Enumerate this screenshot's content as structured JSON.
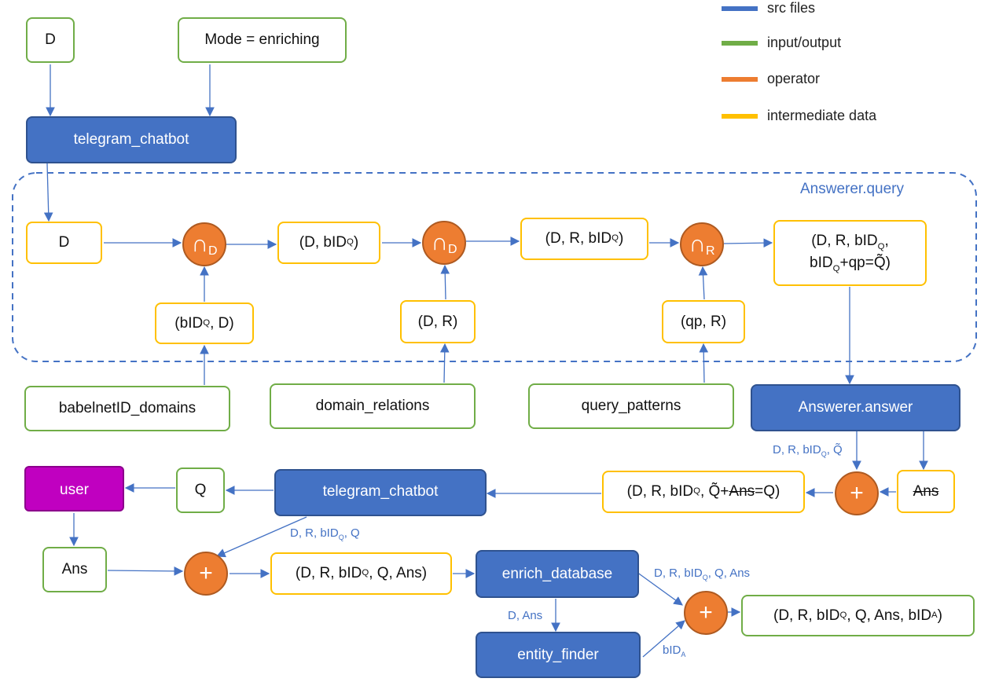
{
  "legend": [
    {
      "label": "src files",
      "color": "#4472c4"
    },
    {
      "label": "input/output",
      "color": "#70ad47"
    },
    {
      "label": "operator",
      "color": "#ed7d31"
    },
    {
      "label": "intermediate data",
      "color": "#ffc000"
    }
  ],
  "region": {
    "title": "Answerer.query"
  },
  "nodes": {
    "d_input": "D",
    "mode": "Mode = enriching",
    "telegram_chatbot_top": "telegram_chatbot",
    "d_inner": "D",
    "d_bidq": {
      "open": "(D, bID",
      "sub": "Q",
      "close": ")"
    },
    "d_r_bidq": {
      "open": "(D, R, bID",
      "sub": "Q",
      "close": ")"
    },
    "result_query": {
      "line1_open": "(D, R, bID",
      "line1_sub": "Q",
      "line1_close": ",",
      "line2_open": "bID",
      "line2_sub": "Q",
      "line2_close": "+qp=Q̃)"
    },
    "bidq_d": {
      "open": "(bID",
      "sub": "Q",
      "close": ", D)"
    },
    "d_r": "(D, R)",
    "qp_r": "(qp, R)",
    "babelnet": "babelnetID_domains",
    "domain_relations": "domain_relations",
    "query_patterns": "query_patterns",
    "answerer_answer": "Answerer.answer",
    "user": "user",
    "q": "Q",
    "telegram_chatbot_bottom": "telegram_chatbot",
    "q_ans": {
      "open": "(D, R, bID",
      "sub": "Q",
      "mid": ", Q̃+",
      "strike": "Ans",
      "close": "=Q)"
    },
    "ans_struck": "Ans",
    "ans": "Ans",
    "full_tuple": {
      "open": "(D, R, bID",
      "sub": "Q",
      "close": ", Q, Ans)"
    },
    "enrich_database": "enrich_database",
    "entity_finder": "entity_finder",
    "final": {
      "open": "(D, R, bID",
      "sub": "Q",
      "mid": ", Q, Ans, bID",
      "sub2": "A",
      "close": ")"
    }
  },
  "operators": {
    "op1": {
      "symbol": "∩",
      "sub": "D"
    },
    "op2": {
      "symbol": "∩",
      "sub": "D"
    },
    "op3": {
      "symbol": "∩",
      "sub": "R"
    },
    "op4": {
      "symbol": "+"
    },
    "op5": {
      "symbol": "+"
    },
    "op6": {
      "symbol": "+"
    }
  },
  "edge_labels": {
    "answer_in": {
      "open": "D, R, bID",
      "sub": "Q",
      "close": ", Q̃"
    },
    "chatbot_out": {
      "open": "D, R, bID",
      "sub": "Q",
      "close": ", Q"
    },
    "enrich_out": {
      "open": "D, R, bID",
      "sub": "Q",
      "close": ", Q, Ans"
    },
    "d_ans": "D, Ans",
    "bida": {
      "open": "bID",
      "sub": "A"
    }
  }
}
